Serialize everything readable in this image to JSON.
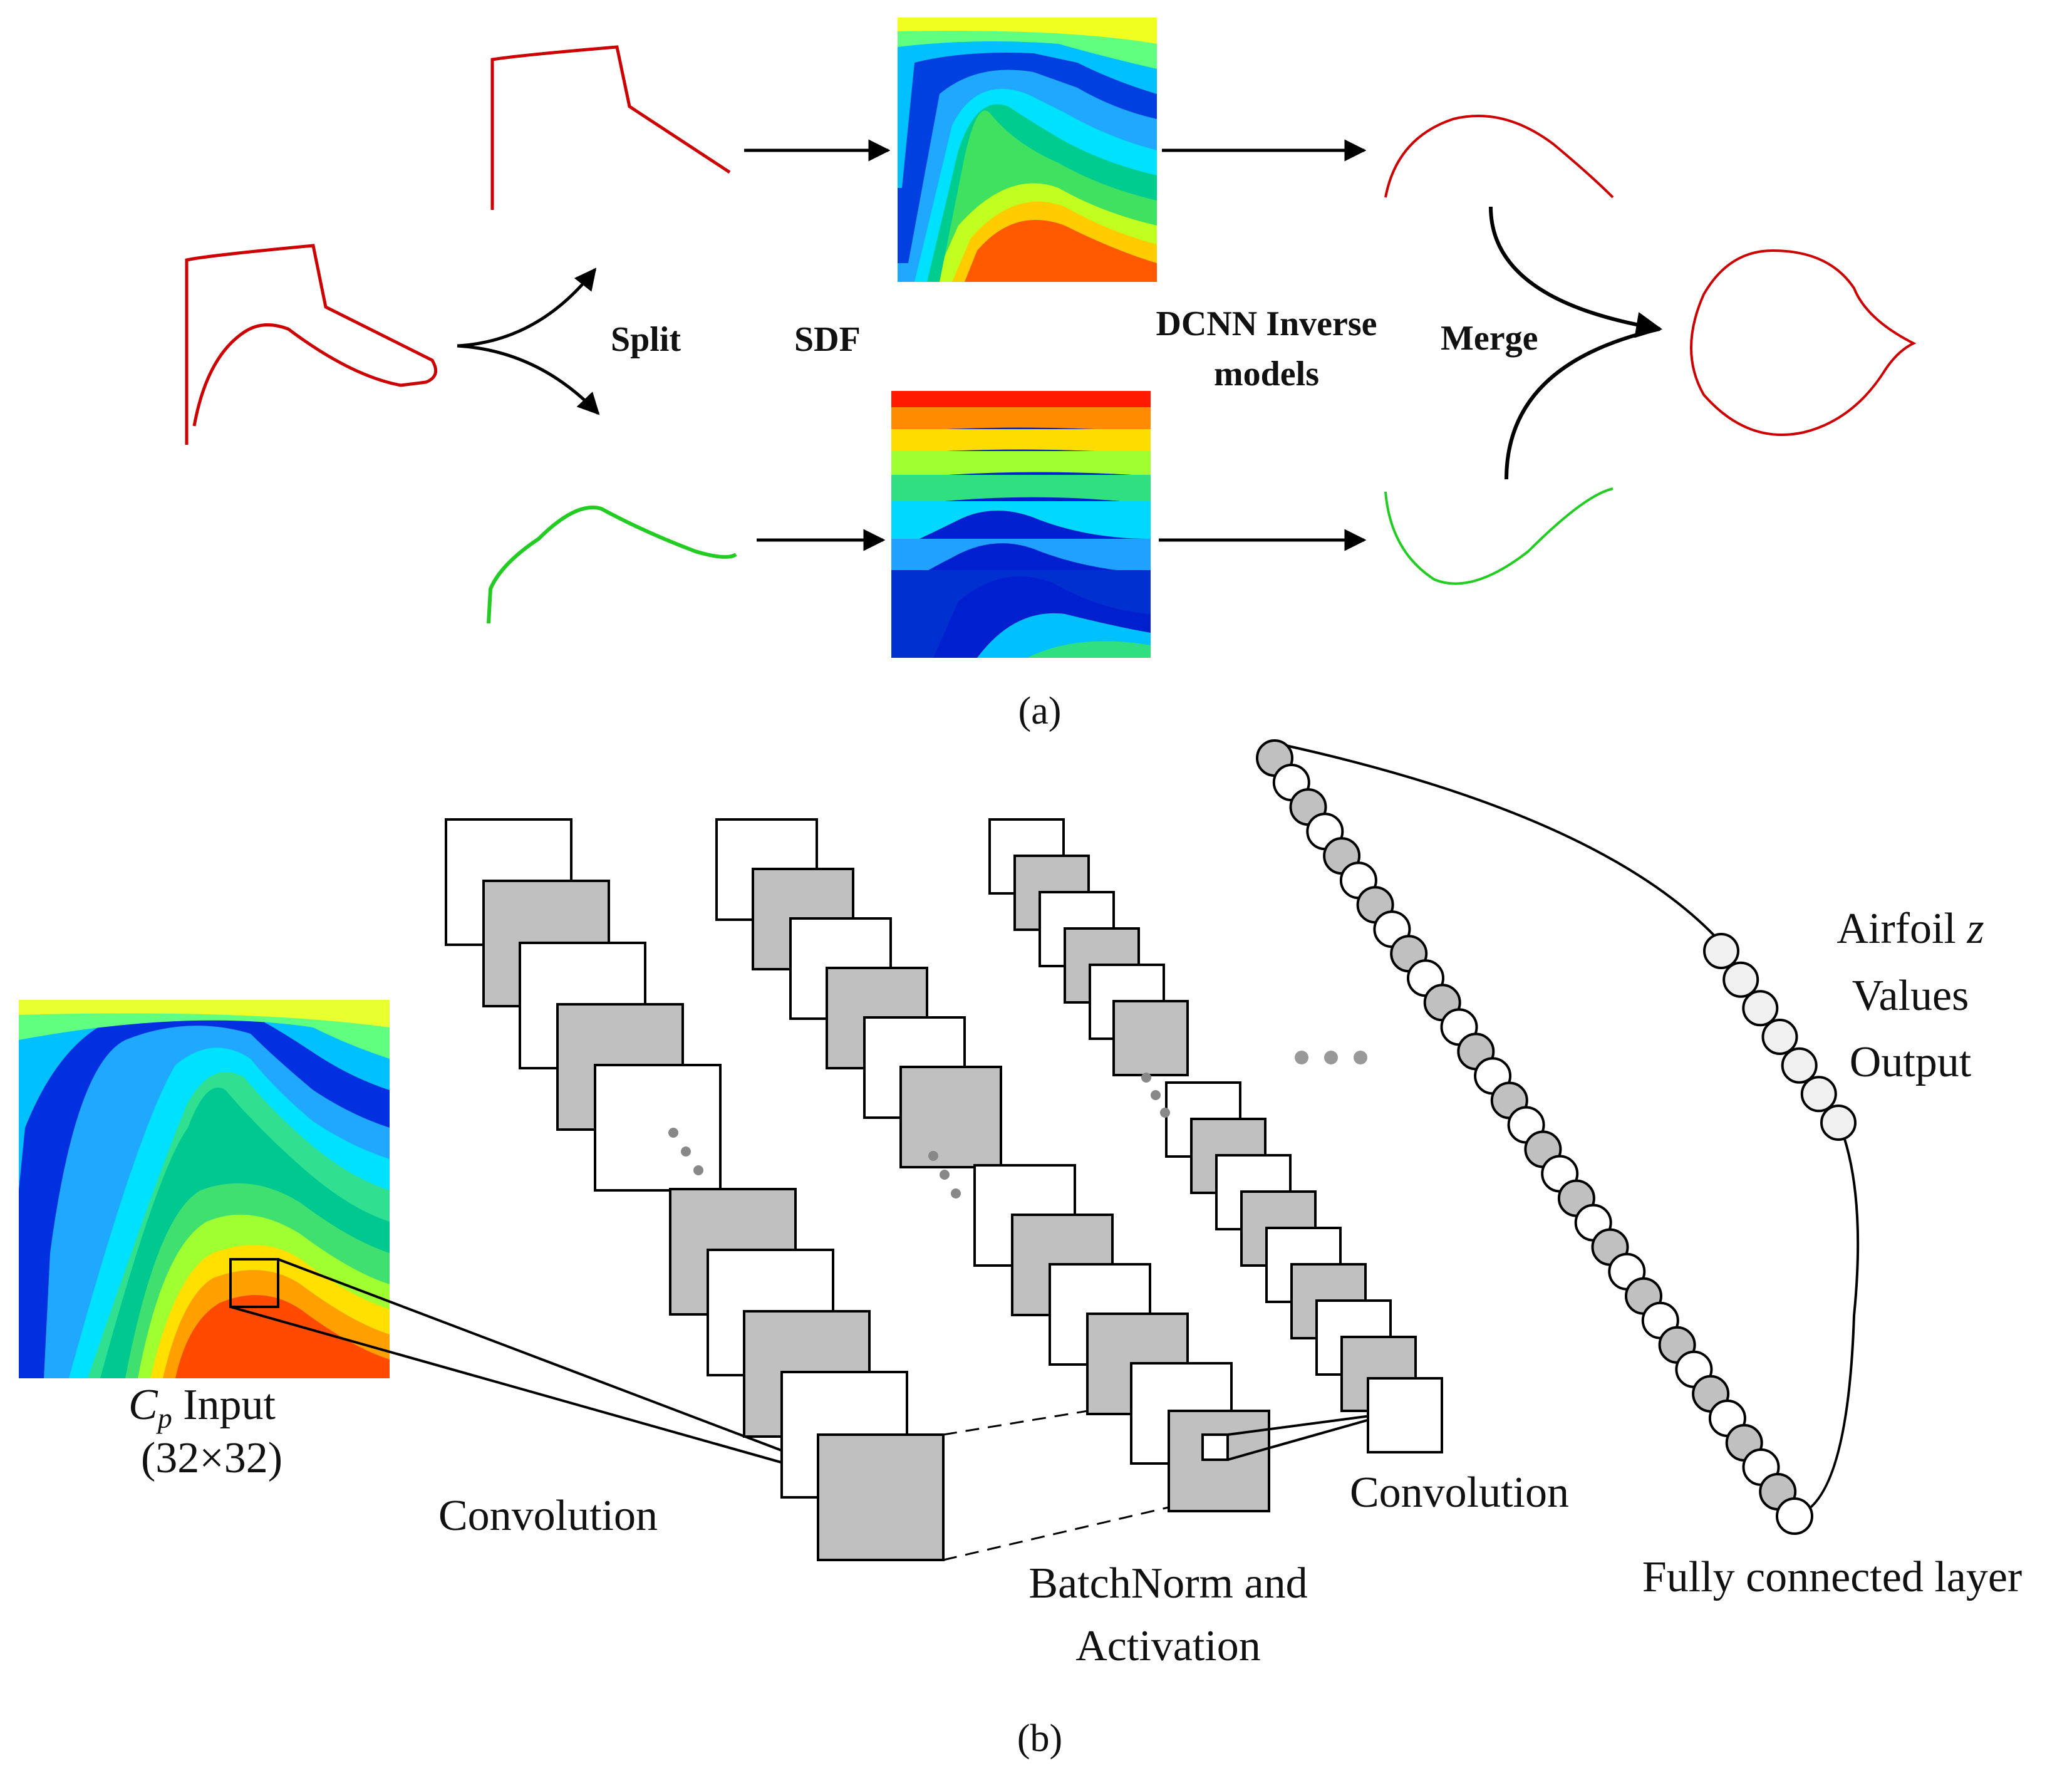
{
  "figure": {
    "panel_a": {
      "caption": "(a)",
      "labels": {
        "split": "Split",
        "sdf": "SDF",
        "dcnn_line1": "DCNN Inverse",
        "dcnn_line2": "models",
        "merge": "Merge"
      },
      "colors": {
        "upper_curve": "#cc0000",
        "lower_curve": "#22cc22",
        "arrow": "#000000"
      }
    },
    "panel_b": {
      "caption": "(b)",
      "labels": {
        "cp_symbol": "C",
        "cp_sub": "p",
        "cp_input": " Input",
        "cp_size": "(32×32)",
        "convolution_1": "Convolution",
        "batchnorm_line1": "BatchNorm and",
        "batchnorm_line2": "Activation",
        "convolution_2": "Convolution",
        "output_line1": "Airfoil ",
        "output_var": "z",
        "output_line2": "Values",
        "output_line3": "Output",
        "fully_connected": "Fully connected layer"
      },
      "colors": {
        "fill_gray": "#c0c0c0",
        "fill_white": "#ffffff",
        "dots": "#888888",
        "output_node": "#f0f0f0"
      }
    }
  }
}
